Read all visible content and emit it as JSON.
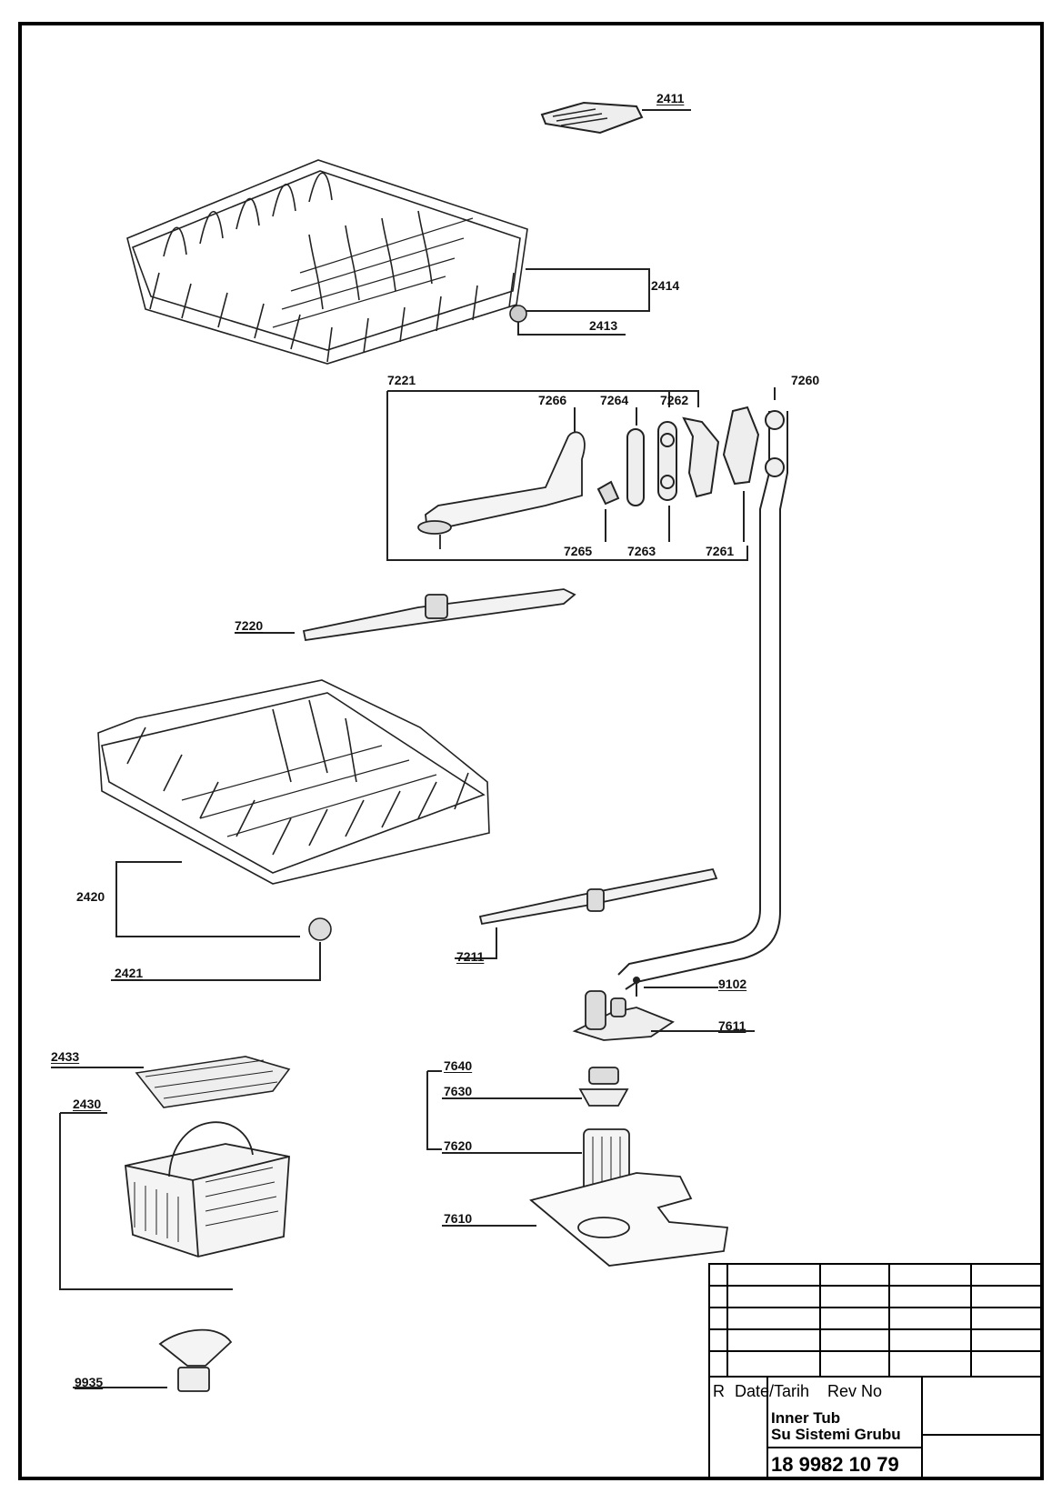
{
  "parts": {
    "p2411": "2411",
    "p2414": "2414",
    "p2413": "2413",
    "p7221": "7221",
    "p7260": "7260",
    "p7266": "7266",
    "p7264": "7264",
    "p7262": "7262",
    "p7265": "7265",
    "p7263": "7263",
    "p7261": "7261",
    "p7220": "7220",
    "p2420": "2420",
    "p2421": "2421",
    "p7211": "7211",
    "p9102": "9102",
    "p7611": "7611",
    "p2433": "2433",
    "p2430": "2430",
    "p7640": "7640",
    "p7630": "7630",
    "p7620": "7620",
    "p7610": "7610",
    "p9935": "9935"
  },
  "title_block": {
    "rev_letter": "R",
    "date_header": "Date/Tarih",
    "rev_header": "Rev No",
    "title_line1": "Inner Tub",
    "title_line2": "Su Sistemi Grubu",
    "drawing_number": "18 9982 10 79"
  }
}
